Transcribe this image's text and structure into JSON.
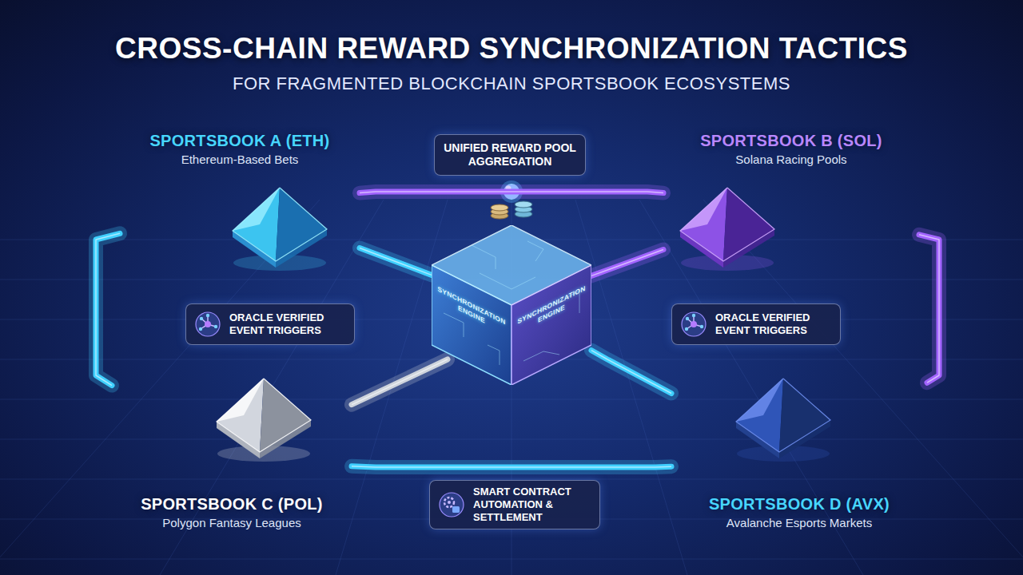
{
  "diagram": {
    "title": "CROSS-CHAIN REWARD SYNCHRONIZATION TACTICS",
    "nodes": [
      {
        "text": [
          "SPORTSBOOK A (ETH)",
          "Ethereum-Based Bets"
        ]
      },
      {
        "text": [
          "UNIFIED REWARD POOL AGGREGATION"
        ]
      },
      {
        "text": [
          "SPORTSBOOK B (SOL)",
          "Solana Racing Pools"
        ]
      },
      {
        "text": [
          "ORACLE VERIFIED EVENT TRIGGERS"
        ]
      },
      {
        "text": [
          "SYNCHRONIZATION ENGINE",
          "SYNCHRONIZATION ENGINE"
        ]
      },
      {
        "text": [
          "ORACLE VERIFIED EVENT TRIGGERS"
        ]
      },
      {
        "text": [
          "SPORTSBOOK C (POL)",
          "Polygon Fantasy Leagues"
        ]
      },
      {
        "text": [
          "SMART CONTRACT AUTOMATION & SETTLEMENT"
        ]
      },
      {
        "text": [
          "SPORTSBOOK D (AVX)",
          "Avalanche Esports Markets"
        ]
      }
    ],
    "edges": [
      {
        "from": 0,
        "to": 4,
        "arrow": "none"
      },
      {
        "from": 2,
        "to": 4,
        "arrow": "none"
      },
      {
        "from": 6,
        "to": 4,
        "arrow": "none"
      },
      {
        "from": 4,
        "to": 8,
        "arrow": "none"
      },
      {
        "from": 0,
        "to": 2,
        "arrow": "none"
      },
      {
        "from": 0,
        "to": 6,
        "arrow": "none"
      },
      {
        "from": 2,
        "to": 8,
        "arrow": "none"
      },
      {
        "from": 6,
        "to": 8,
        "arrow": "none"
      }
    ],
    "labels": [
      "FOR FRAGMENTED BLOCKCHAIN SPORTSBOOK ECOSYSTEMS"
    ]
  }
}
